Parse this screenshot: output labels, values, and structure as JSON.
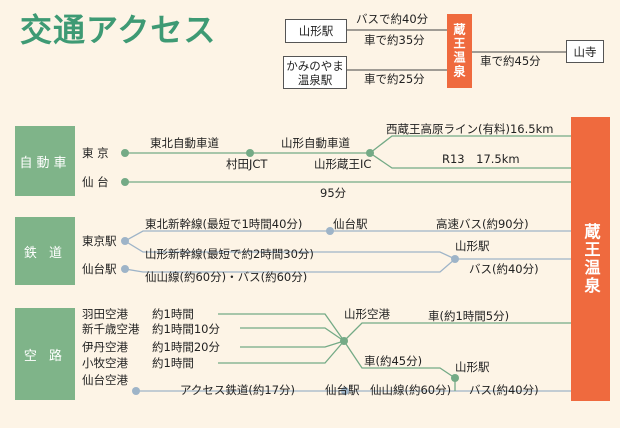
{
  "title": "交通アクセス",
  "top": {
    "yamagata": "山形駅",
    "kaminoyama": "かみのやま\n温泉駅",
    "bus40": "バスで約40分",
    "car35": "車で約35分",
    "car25": "車で約25分",
    "zao": "蔵王温泉",
    "car45": "車で約45分",
    "yamadera": "山寺"
  },
  "zao_main": "蔵王温泉",
  "categories": {
    "car": "自動車",
    "rail": "鉄 道",
    "air": "空 路"
  },
  "car": {
    "tokyo": "東 京",
    "sendai": "仙 台",
    "tohoku_exp": "東北自動車道",
    "murata": "村田JCT",
    "yamagata_exp": "山形自動車道",
    "zao_ic": "山形蔵王IC",
    "nishizao": "西蔵王高原ライン(有料)16.5km",
    "r13": "R13　17.5km",
    "min95": "95分"
  },
  "rail": {
    "tokyo": "東京駅",
    "sendai": "仙台駅",
    "tohoku_shinkansen": "東北新幹線(最短で1時間40分)",
    "sendai_st": "仙台駅",
    "highway_bus": "高速バス(約90分)",
    "yamagata_shinkansen": "山形新幹線(最短で約2時間30分)",
    "yamagata_st": "山形駅",
    "senzan": "仙山線(約60分)・バス(約60分)",
    "bus40": "バス(約40分)"
  },
  "air": {
    "airports": [
      "羽田空港",
      "新千歳空港",
      "伊丹空港",
      "小牧空港",
      "仙台空港"
    ],
    "times": [
      "約1時間",
      "約1時間10分",
      "約1時間20分",
      "約1時間"
    ],
    "yamagata_airport": "山形空港",
    "car_1h5": "車(約1時間5分)",
    "car_45": "車(約45分)",
    "yamagata_st": "山形駅",
    "access_rail": "アクセス鉄道(約17分)",
    "sendai_st": "仙台駅",
    "senzan": "仙山線(約60分)",
    "bus40": "バス(約40分)"
  },
  "colors": {
    "green": "#3e9a74",
    "orange": "#ef6a3e",
    "catgreen": "#7fb489",
    "railblue": "#9eb4c8",
    "bg": "#fdf4e6"
  }
}
